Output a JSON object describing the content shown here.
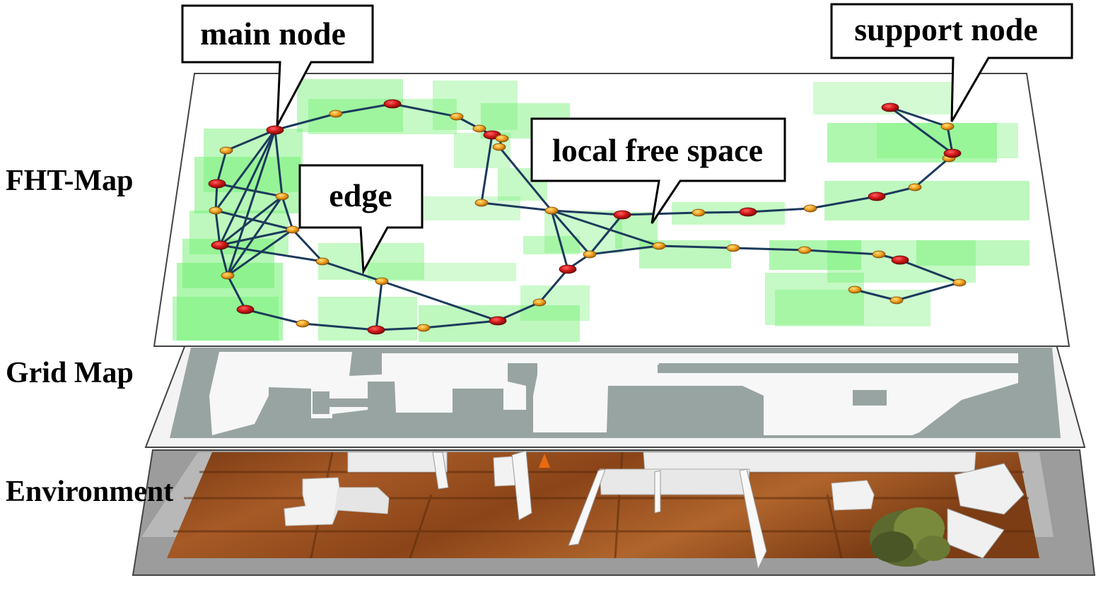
{
  "layers": [
    {
      "id": "fht",
      "label": "FHT-Map"
    },
    {
      "id": "grid",
      "label": "Grid Map"
    },
    {
      "id": "env",
      "label": "Environment"
    }
  ],
  "callouts": [
    {
      "id": "main-node",
      "text": "main node"
    },
    {
      "id": "support-node",
      "text": "support node"
    },
    {
      "id": "edge",
      "text": "edge"
    },
    {
      "id": "local-free-space",
      "text": "local free space"
    }
  ],
  "colors": {
    "main_node": "#c4141c",
    "support_node": "#f0a020",
    "edge": "#1c3a5c",
    "free_space": "#6ef06e",
    "grid_obstacle": "#98a4a2",
    "floor": "#8a4a1e"
  }
}
